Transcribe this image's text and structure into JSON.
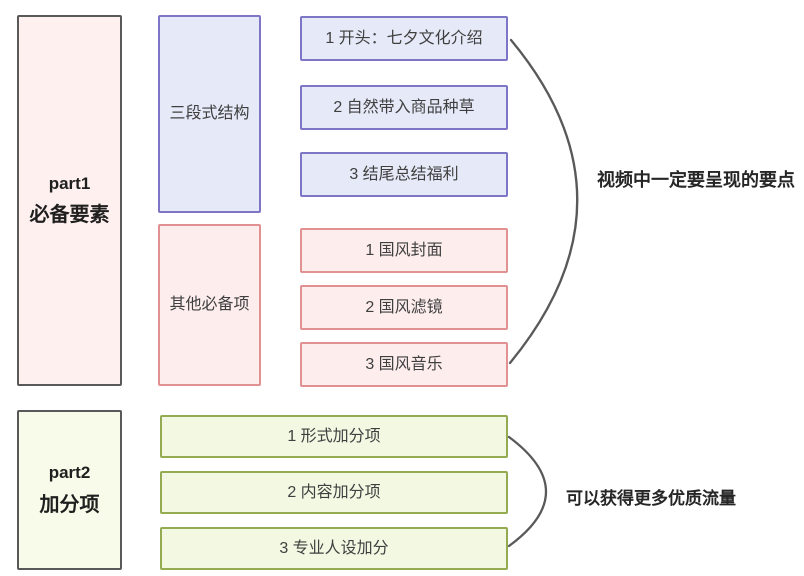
{
  "part1": {
    "title": "part1",
    "subtitle": "必备要素"
  },
  "part2": {
    "title": "part2",
    "subtitle": "加分项"
  },
  "groups": {
    "structure": {
      "label": "三段式结构",
      "items": [
        "1 开头：七夕文化介绍",
        "2 自然带入商品种草",
        "3 结尾总结福利"
      ]
    },
    "other": {
      "label": "其他必备项",
      "items": [
        "1 国风封面",
        "2 国风滤镜",
        "3 国风音乐"
      ]
    },
    "bonus": {
      "items": [
        "1 形式加分项",
        "2 内容加分项",
        "3 专业人设加分"
      ]
    }
  },
  "annotations": {
    "top": "视频中一定要呈现的要点",
    "bottom": "可以获得更多优质流量"
  },
  "colors": {
    "outline_dark": "#595959",
    "part1_bg": "#fdf0ee",
    "part2_bg": "#f8fbe9",
    "purple_border": "#7f75c7",
    "purple_bg": "#e6eaf8",
    "pink_border": "#e29193",
    "pink_bg": "#fdeeed",
    "green_border": "#94ab52",
    "green_bg": "#f3f8e3",
    "text": "#3f3f3f",
    "annotation_text": "#262626",
    "connector": "#595959"
  }
}
